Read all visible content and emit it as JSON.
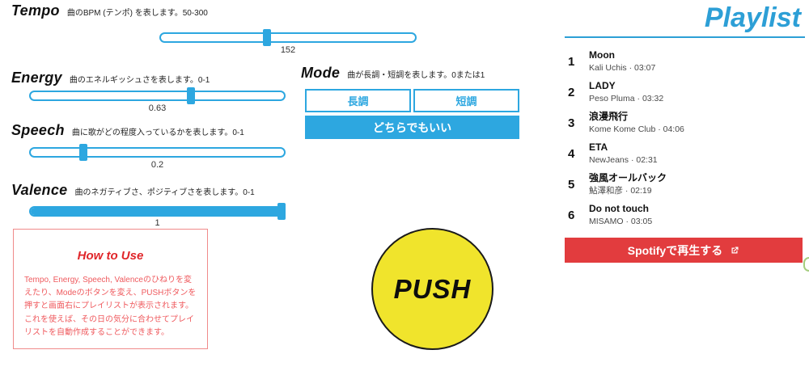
{
  "colors": {
    "accent_blue": "#2da7e0",
    "accent_red": "#e23c3e",
    "push_yellow": "#f0e42c",
    "howto_red": "#ef5a5e",
    "embed_green": "#a5cd7e"
  },
  "sliders": [
    {
      "name": "Tempo",
      "desc": "曲のBPM (テンポ) を表します。50-300",
      "value": "152",
      "handle_percent": 41.8,
      "fill_percent": 0
    },
    {
      "name": "Energy",
      "desc": "曲のエネルギッシュさを表します。0-1",
      "value": "0.63",
      "handle_percent": 63,
      "fill_percent": 0
    },
    {
      "name": "Speech",
      "desc": "曲に歌がどの程度入っているかを表します。0-1",
      "value": "0.2",
      "handle_percent": 21,
      "fill_percent": 0
    },
    {
      "name": "Valence",
      "desc": "曲のネガティブさ、ポジティブさを表します。0-1",
      "value": "1",
      "handle_percent": 98.5,
      "fill_percent": 100
    }
  ],
  "mode": {
    "name": "Mode",
    "desc": "曲が長調・短調を表します。0または1",
    "major_label": "長調",
    "minor_label": "短調",
    "either_label": "どちらでもいい"
  },
  "how_to_use": {
    "title": "How to Use",
    "body": "Tempo, Energy, Speech, Valenceのひねりを変えたり、Modeのボタンを変え、PUSHボタンを押すと画面右にプレイリストが表示されます。これを使えば、その日の気分に合わせてプレイリストを自動作成することができます。"
  },
  "push": {
    "label": "PUSH"
  },
  "playlist": {
    "title": "Playlist",
    "tracks": [
      {
        "num": "1",
        "title": "Moon",
        "meta": "Kali Uchis · 03:07"
      },
      {
        "num": "2",
        "title": "LADY",
        "meta": "Peso Pluma · 03:32"
      },
      {
        "num": "3",
        "title": "浪漫飛行",
        "meta": "Kome Kome Club · 04:06"
      },
      {
        "num": "4",
        "title": "ETA",
        "meta": "NewJeans · 02:31"
      },
      {
        "num": "5",
        "title": "強風オールバック",
        "meta": "鮎澤和彦 · 02:19"
      },
      {
        "num": "6",
        "title": "Do not touch",
        "meta": "MISAMO · 03:05"
      }
    ],
    "spotify_label": "Spotifyで再生する"
  }
}
